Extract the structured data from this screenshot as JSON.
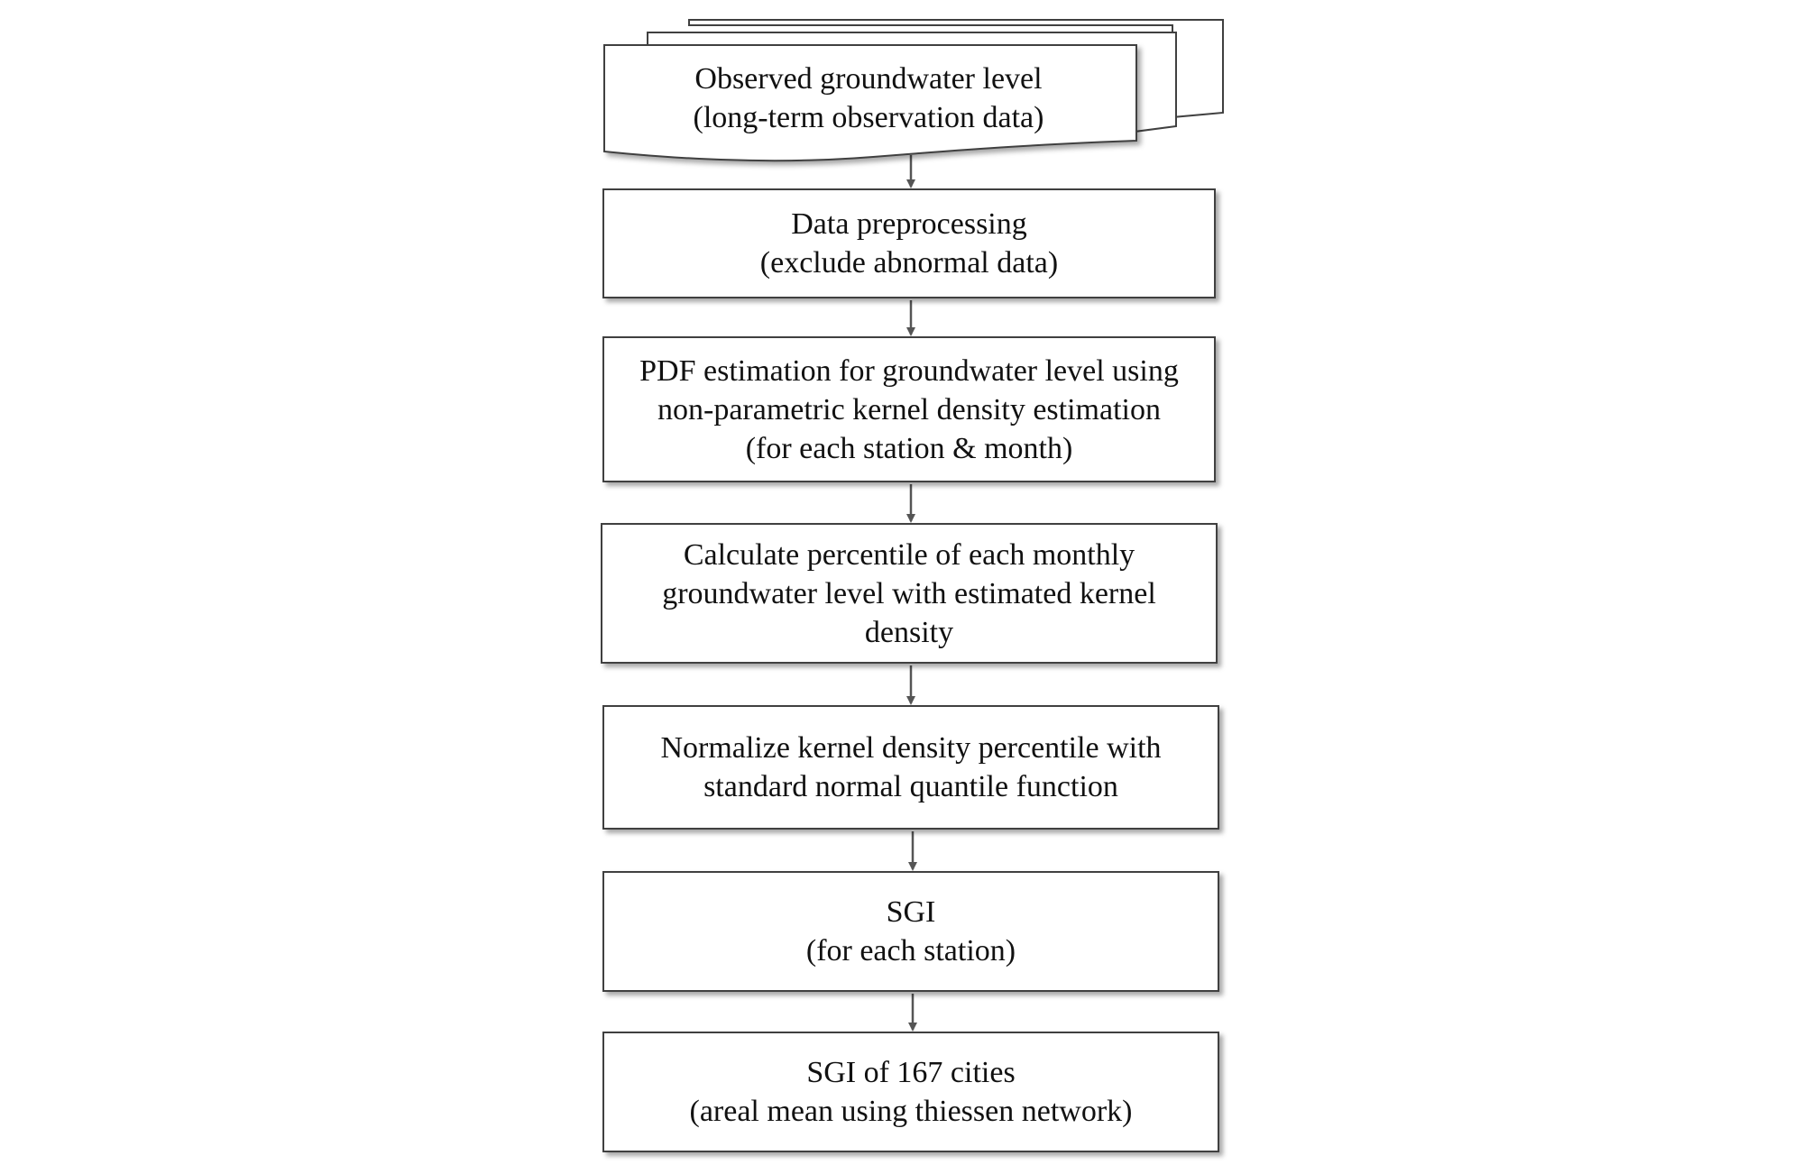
{
  "diagram": {
    "steps": [
      {
        "id": "observed",
        "lines": [
          "Observed groundwater level",
          "(long-term observation data)"
        ]
      },
      {
        "id": "preprocess",
        "lines": [
          "Data preprocessing",
          "(exclude abnormal data)"
        ]
      },
      {
        "id": "pdf",
        "lines": [
          "PDF estimation for groundwater level using",
          "non-parametric kernel density estimation",
          "(for each station & month)"
        ]
      },
      {
        "id": "percentile",
        "lines": [
          "Calculate percentile of each monthly",
          "groundwater level with estimated kernel",
          "density"
        ]
      },
      {
        "id": "normalize",
        "lines": [
          "Normalize kernel density percentile with",
          "standard normal quantile function"
        ]
      },
      {
        "id": "sgi",
        "lines": [
          "SGI",
          "(for each station)"
        ]
      },
      {
        "id": "sgi_cities",
        "lines": [
          "SGI of 167 cities",
          "(areal mean using thiessen network)"
        ]
      }
    ],
    "colors": {
      "border": "#404040",
      "arrow": "#555555",
      "text": "#111111",
      "background": "#ffffff"
    }
  }
}
